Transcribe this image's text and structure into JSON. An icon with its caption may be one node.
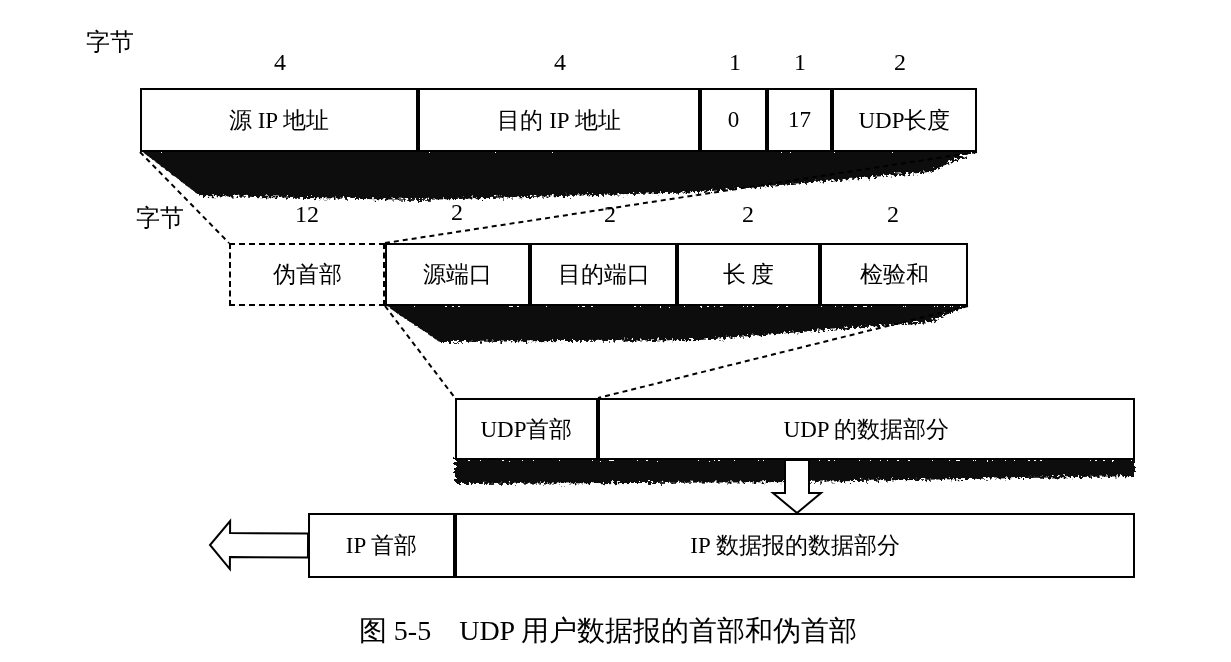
{
  "diagram": {
    "caption": "图 5-5　UDP 用户数据报的首部和伪首部",
    "nodes": [
      {
        "text": [
          "源 IP 地址"
        ]
      },
      {
        "text": [
          "目的 IP 地址"
        ]
      },
      {
        "text": [
          "0"
        ]
      },
      {
        "text": [
          "17"
        ]
      },
      {
        "text": [
          "UDP长度"
        ]
      },
      {
        "text": [
          "伪首部"
        ]
      },
      {
        "text": [
          "源端口"
        ]
      },
      {
        "text": [
          "目的端口"
        ]
      },
      {
        "text": [
          "长 度"
        ]
      },
      {
        "text": [
          "检验和"
        ]
      },
      {
        "text": [
          "UDP首部"
        ]
      },
      {
        "text": [
          "UDP 的数据部分"
        ]
      },
      {
        "text": [
          "IP 首部"
        ]
      },
      {
        "text": [
          "IP 数据报的数据部分"
        ]
      }
    ],
    "edges": [
      {
        "from": 0,
        "to": 5,
        "arrow": "none",
        "style": "dashed"
      },
      {
        "from": 4,
        "to": 5,
        "arrow": "none",
        "style": "dashed"
      },
      {
        "from": 6,
        "to": 10,
        "arrow": "none",
        "style": "dashed"
      },
      {
        "from": 9,
        "to": 10,
        "arrow": "none",
        "style": "dashed"
      },
      {
        "from": 11,
        "to": 13,
        "arrow": "to",
        "style": "thick"
      },
      {
        "from": 12,
        "to": null,
        "arrow": "to",
        "style": "thick"
      }
    ],
    "labels": [
      "字节",
      "4",
      "4",
      "1",
      "1",
      "2",
      "字节",
      "12",
      "2",
      "2",
      "2",
      "2"
    ]
  }
}
